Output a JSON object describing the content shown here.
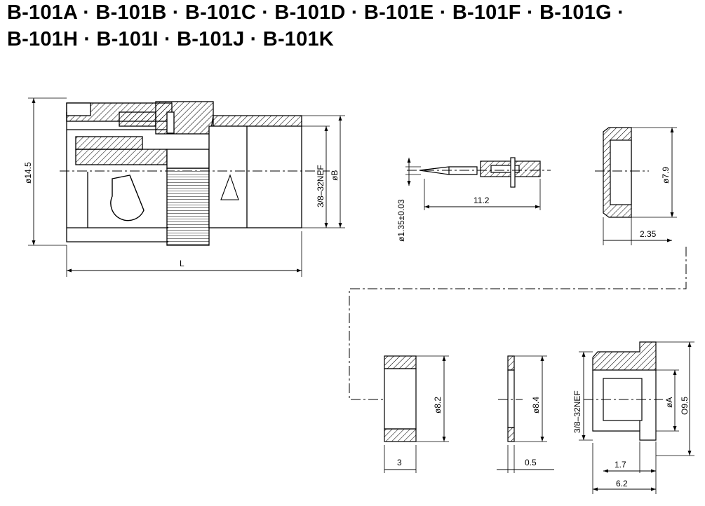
{
  "title_lines": [
    "B-101A · B-101B · B-101C · B-101D · B-101E · B-101F · B-101G ·",
    "B-101H · B-101I · B-101J · B-101K"
  ],
  "dimensions": {
    "connector_body_diameter": "ø14.5",
    "connector_thread": "3/8–32NEF",
    "connector_diameter_b": "øB",
    "connector_length": "L",
    "pin_diameter": "ø1.35±0.03",
    "pin_length": "11.2",
    "ferrule_diameter": "ø7.9",
    "ferrule_length": "2.35",
    "ring_diameter": "ø8.2",
    "ring_width": "3",
    "washer_diameter": "ø8.4",
    "washer_thickness": "0.5",
    "nut_thread": "3/8–32NEF",
    "nut_diameter_a": "øA",
    "nut_outer_diameter": "O9.5",
    "nut_step": "1.7",
    "nut_length": "6.2"
  }
}
